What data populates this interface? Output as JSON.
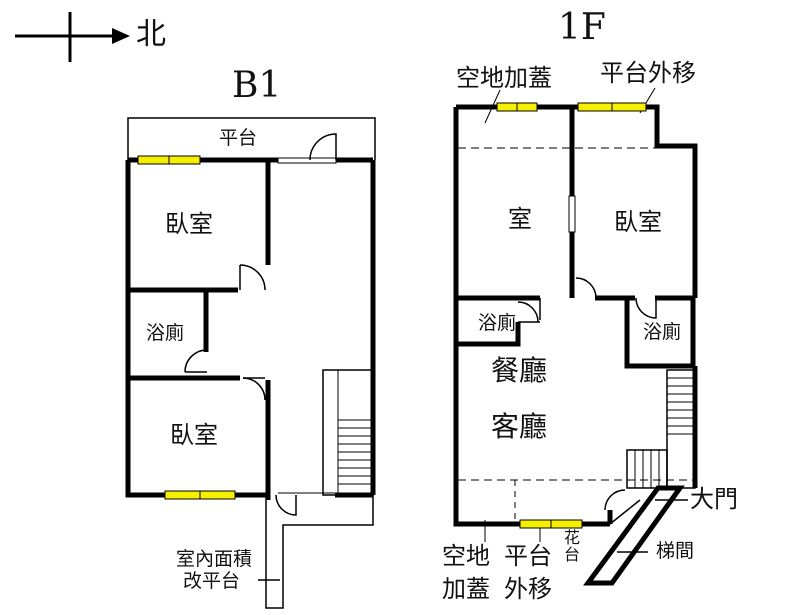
{
  "compass": {
    "label": "北"
  },
  "b1": {
    "title": "B1",
    "platform": "平台",
    "bedroom_top": "臥室",
    "bath": "浴廁",
    "bedroom_bottom": "臥室",
    "note_line1": "室內面積",
    "note_line2": "改平台"
  },
  "f1": {
    "title": "1F",
    "note_extension": "空地加蓋",
    "note_platform_move": "平台外移",
    "room": "室",
    "bedroom": "臥室",
    "bath_left": "浴廁",
    "bath_right": "浴廁",
    "dining": "餐廳",
    "living": "客廳",
    "main_door": "大門",
    "flower": "花台",
    "stairs": "梯間",
    "bottom_col1_line1": "空地",
    "bottom_col1_line2": "加蓋",
    "bottom_col2_line1": "平台",
    "bottom_col2_line2": "外移"
  }
}
